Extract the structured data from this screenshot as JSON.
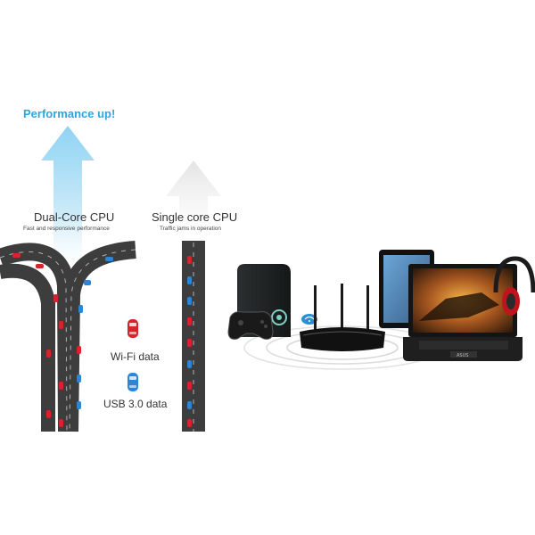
{
  "performance_label": "Performance up!",
  "dual_core": {
    "title": "Dual-Core CPU",
    "subtitle": "Fast and responsive performance"
  },
  "single_core": {
    "title": "Single core CPU",
    "subtitle": "Traffic jams in operation"
  },
  "legend": {
    "wifi": {
      "label": "Wi-Fi data",
      "icon": "red-car-icon"
    },
    "usb": {
      "label": "USB 3.0 data",
      "icon": "blue-car-icon"
    }
  },
  "laptop_brand": "ASUS",
  "colors": {
    "accent_blue": "#2aa6e0",
    "wifi_red": "#d8232a",
    "usb_blue": "#2b86d6",
    "road": "#3b3b3b",
    "arrow_gray": "#e6e6e6"
  }
}
